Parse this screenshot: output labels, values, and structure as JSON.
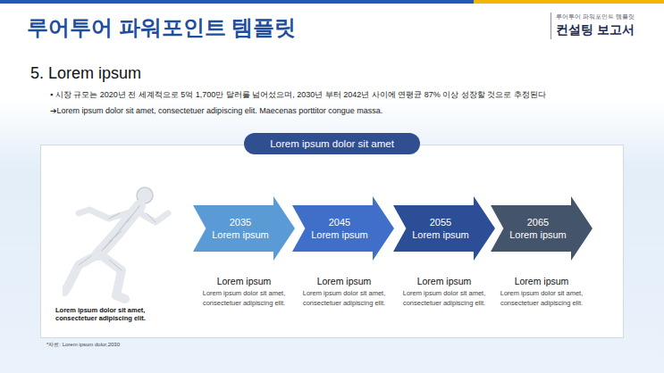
{
  "diagram": {
    "title": "루어투어 파워포인트 템플릿",
    "nodes": [
      {
        "text": [
          "Lorem ipsum dolor sit amet"
        ]
      },
      {
        "text": [
          "2035",
          "Lorem ipsum"
        ]
      },
      {
        "text": [
          "2045",
          "Lorem ipsum"
        ]
      },
      {
        "text": [
          "2055",
          "Lorem ipsum"
        ]
      },
      {
        "text": [
          "2065",
          "Lorem ipsum"
        ]
      }
    ],
    "labels": [
      "루어투어 파워포인트 템플릿",
      "컨설팅 보고서",
      "5. Lorem ipsum",
      "▪ 시장 규모는 2020년 전 세계적으로 5억 1,700만 달러를 넘어섰으며, 2030년 부터 2042년 사이에 연평균 87% 이상 성장할 것으로 추정된다",
      "➔Lorem ipsum dolor sit amet, consectetuer adipiscing elit. Maecenas porttitor congue massa.",
      "Lorem ipsum dolor sit amet, consectetuer adipiscing elit.",
      "Lorem ipsum",
      "Lorem ipsum dolor sit amet, consectetuer adipiscing elit.",
      "Lorem ipsum",
      "Lorem ipsum dolor sit amet, consectetuer adipiscing elit.",
      "Lorem ipsum",
      "Lorem ipsum dolor sit amet, consectetuer adipiscing elit.",
      "Lorem ipsum",
      "Lorem ipsum dolor sit amet, consectetuer adipiscing elit.",
      "*자료: Lorem ipsum dolor,2030"
    ]
  }
}
